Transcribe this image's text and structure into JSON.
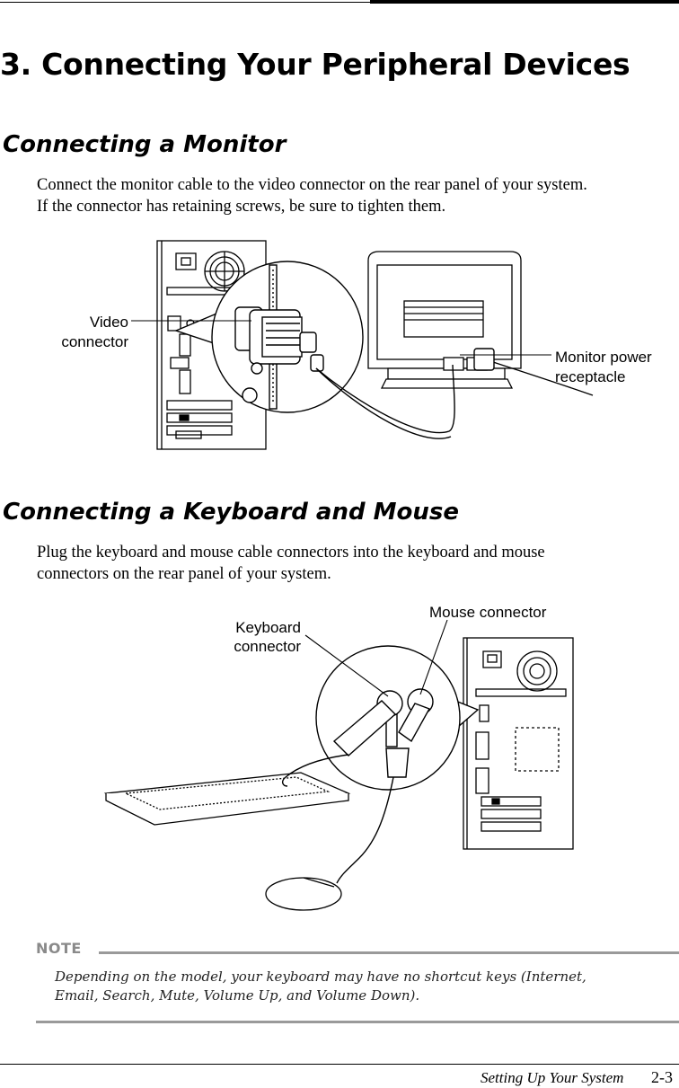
{
  "chapter": {
    "title": "3. Connecting Your Peripheral Devices"
  },
  "monitor_section": {
    "heading": "Connecting a Monitor",
    "body_lines": [
      "Connect the monitor cable to the video connector on the rear panel of your system.",
      "If the connector has retaining screws, be sure to tighten them."
    ],
    "figure": {
      "video_connector_label": [
        "Video",
        "connector"
      ],
      "power_receptacle_label": [
        "Monitor power",
        "receptacle"
      ]
    }
  },
  "keyboard_section": {
    "heading": "Connecting a Keyboard and Mouse",
    "body_lines": [
      "Plug the keyboard and mouse cable connectors into the keyboard and mouse",
      "connectors on the rear panel of your system."
    ],
    "figure": {
      "mouse_connector_label": "Mouse connector",
      "keyboard_connector_label": [
        "Keyboard",
        "connector"
      ]
    }
  },
  "note": {
    "label": "NOTE",
    "lines": [
      "Depending on the model, your keyboard may have no shortcut keys (Internet,",
      "Email, Search, Mute, Volume Up, and Volume Down)."
    ]
  },
  "footer": {
    "section_title": "Setting Up Your System",
    "page_number": "2-3"
  }
}
